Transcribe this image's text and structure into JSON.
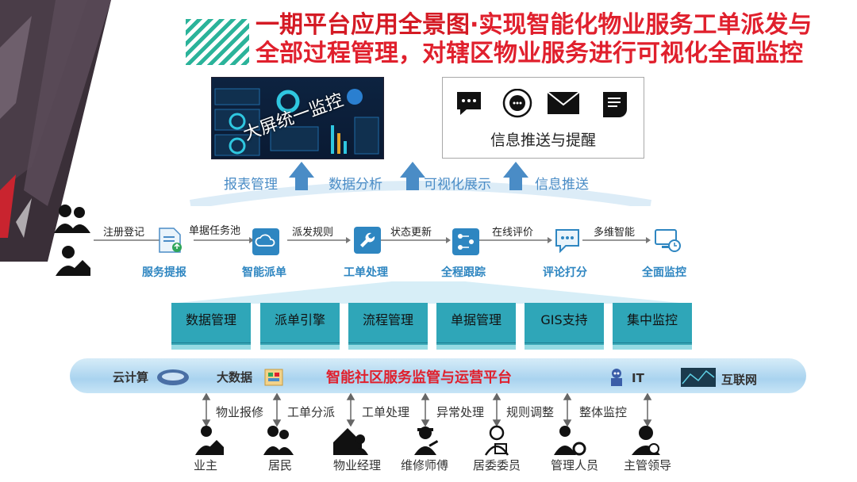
{
  "title": {
    "line1_bold": "一期平台应用全景图",
    "line1_rest": "·实现智能化物业服务工单派发与",
    "line2": "全部过程管理，对辖区物业服务进行可视化全面监控"
  },
  "screen": {
    "stamp": "大屏统一监控"
  },
  "messages": {
    "label": "信息推送与提醒",
    "icons": [
      "chat-bubble-icon",
      "message-circle-icon",
      "mail-icon",
      "document-bubble-icon"
    ]
  },
  "up_labels": [
    "报表管理",
    "数据分析",
    "可视化展示",
    "信息推送"
  ],
  "flow": {
    "entry_label": "注册登记",
    "steps": [
      {
        "label": "服务提报",
        "icon": "report-icon"
      },
      {
        "label": "智能派单",
        "icon": "cloud-dispatch-icon"
      },
      {
        "label": "工单处理",
        "icon": "wrench-icon"
      },
      {
        "label": "全程跟踪",
        "icon": "tracking-icon"
      },
      {
        "label": "评论打分",
        "icon": "comment-icon"
      },
      {
        "label": "全面监控",
        "icon": "monitor-icon"
      }
    ],
    "connectors": [
      "单据任务池",
      "派发规则",
      "状态更新",
      "在线评价",
      "多维智能"
    ]
  },
  "modules": [
    "数据管理",
    "派单引擎",
    "流程管理",
    "单据管理",
    "GIS支持",
    "集中监控"
  ],
  "platform": {
    "title": "智能社区服务监管与运营平台",
    "cloud": "云计算",
    "bigdata": "大数据",
    "it": "IT",
    "internet": "互联网"
  },
  "relations": [
    "物业报修",
    "工单分派",
    "工单处理",
    "异常处理",
    "规则调整",
    "整体监控"
  ],
  "roles": [
    "业主",
    "居民",
    "物业经理",
    "维修师傅",
    "居委委员",
    "管理人员",
    "主管领导"
  ],
  "colors": {
    "accent_red": "#e0202d",
    "teal": "#2fa6b8",
    "blue": "#2e86c1"
  }
}
